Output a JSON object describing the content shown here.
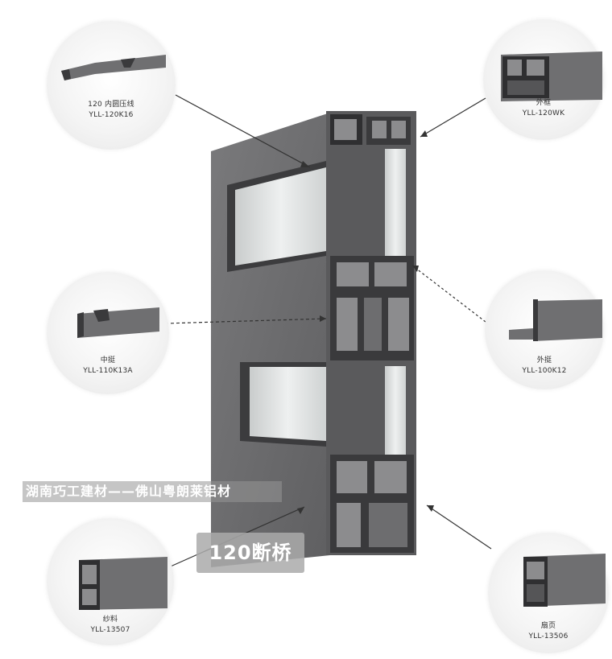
{
  "parts": [
    {
      "id": "p1",
      "name": "120 内圆压线",
      "code": "YLL-120K16"
    },
    {
      "id": "p2",
      "name": "外框",
      "code": "YLL-120WK"
    },
    {
      "id": "p3",
      "name": "中挺",
      "code": "YLL-110K13A"
    },
    {
      "id": "p4",
      "name": "外挺",
      "code": "YLL-100K12"
    },
    {
      "id": "p5",
      "name": "纱料",
      "code": "YLL-13507"
    },
    {
      "id": "p6",
      "name": "扇页",
      "code": "YLL-13506"
    }
  ],
  "watermark": "湖南巧工建材——佛山粤朗莱铝材",
  "product_badge": "120断桥",
  "colors": {
    "profile": "#6f6f71",
    "profile_dark": "#3a3a3c",
    "glass": "#d9dcdc",
    "arrow": "#333333"
  }
}
